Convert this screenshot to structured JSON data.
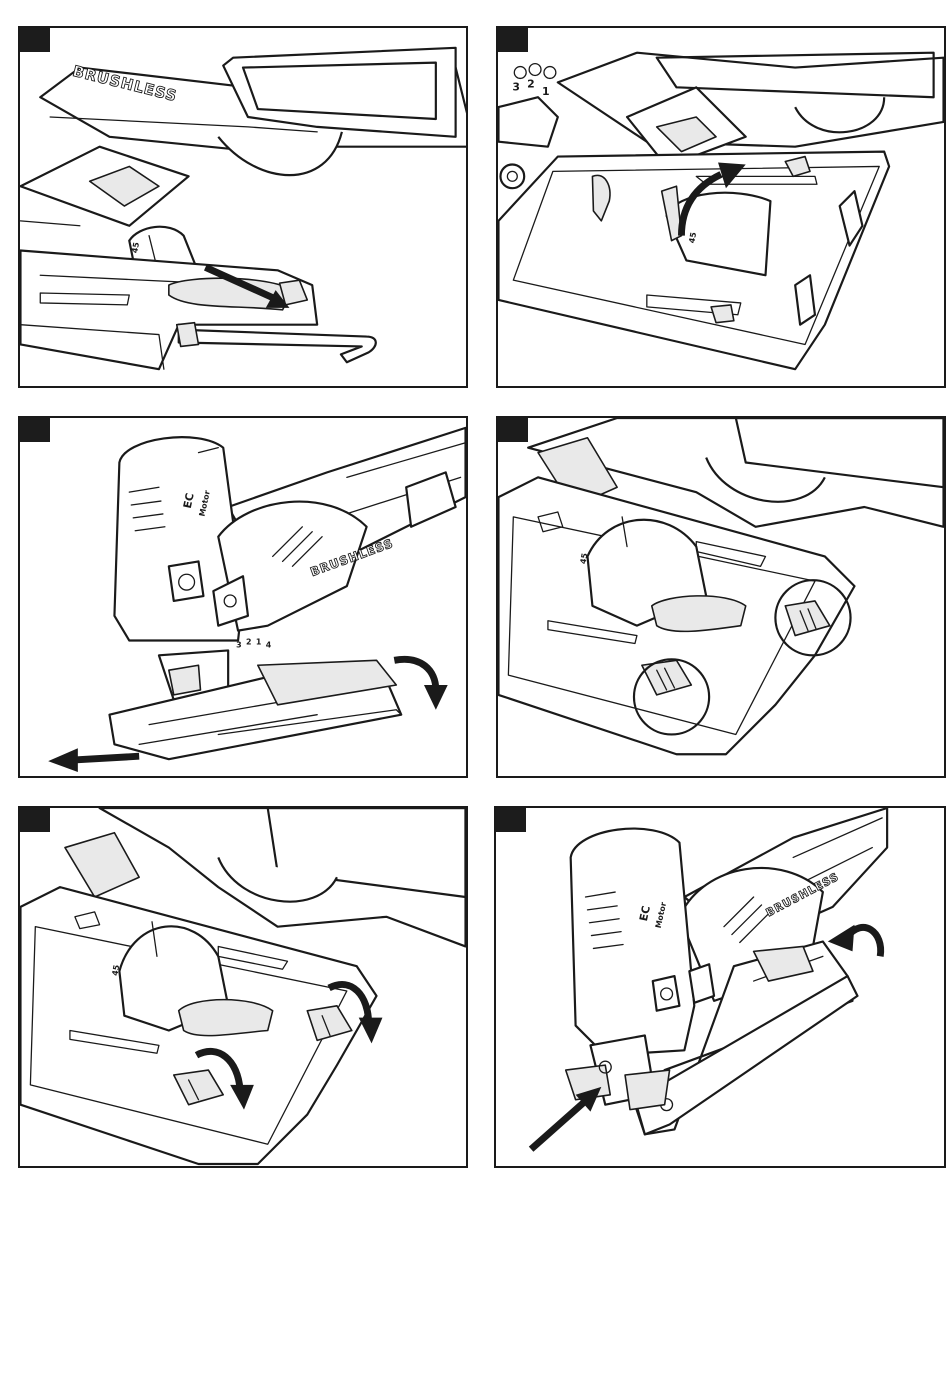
{
  "panels": [
    {
      "id": "fig-1",
      "brand_text": "BRUSHLESS",
      "bevel_mark": "45"
    },
    {
      "id": "fig-2",
      "speed_marks": [
        "3",
        "2",
        "1"
      ],
      "bevel_mark": "45"
    },
    {
      "id": "fig-3",
      "brand_text": "BRUSHLESS",
      "motor_label_top": "EC",
      "motor_label_bottom": "Motor",
      "switch_marks": [
        "3",
        "2",
        "1",
        "4"
      ]
    },
    {
      "id": "fig-4",
      "bevel_mark": "45"
    },
    {
      "id": "fig-5",
      "bevel_mark": "45"
    },
    {
      "id": "fig-6",
      "brand_text": "BRUSHLESS",
      "motor_label_top": "EC",
      "motor_label_bottom": "Motor"
    }
  ],
  "colors": {
    "line": "#1a1a1a",
    "badge": "#1c1c1c",
    "paper": "#ffffff"
  }
}
